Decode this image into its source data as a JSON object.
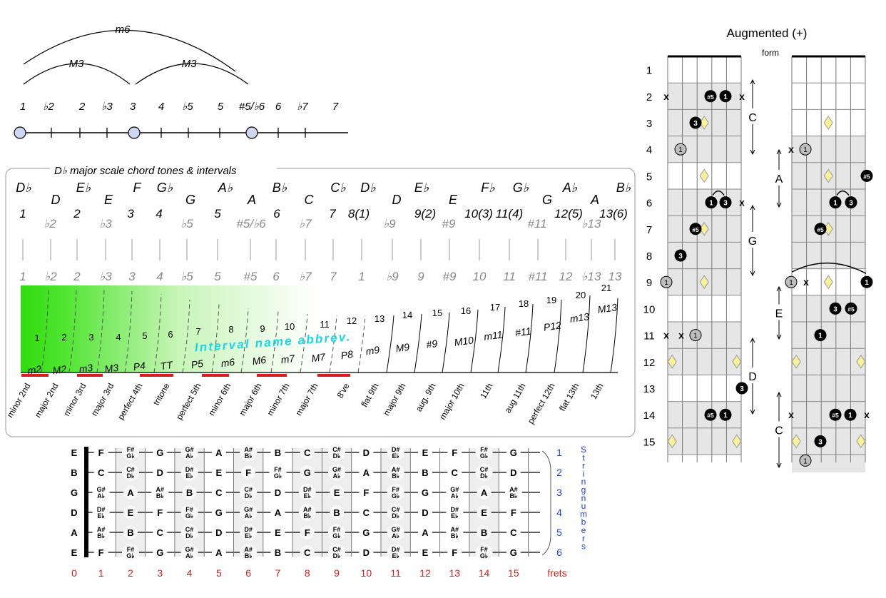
{
  "scale_top": {
    "arcs": [
      "m6",
      "M3",
      "M3"
    ],
    "degrees": [
      "1",
      "♭2",
      "2",
      "♭3",
      "3",
      "4",
      "♭5",
      "5",
      "#5/♭6",
      "6",
      "♭7",
      "7"
    ]
  },
  "panel": {
    "title": "D♭ major scale chord tones & intervals",
    "notes": [
      "D♭",
      "D",
      "E♭",
      "E",
      "F",
      "G♭",
      "G",
      "A♭",
      "A",
      "B♭",
      "C",
      "C♭",
      "D♭",
      "D",
      "E♭",
      "E",
      "F♭",
      "G♭",
      "G",
      "A♭",
      "A",
      "B♭"
    ],
    "degree_labels": [
      "1",
      "♭2",
      "2",
      "♭3",
      "3",
      "4",
      "♭5",
      "5",
      "#5/♭6",
      "6",
      "♭7",
      "7",
      "8(1)",
      "♭9",
      "9(2)",
      "#9",
      "10(3)",
      "11(4)",
      "#11",
      "12(5)",
      "♭13",
      "13(6)"
    ],
    "lower_degrees": [
      "1",
      "♭2",
      "2",
      "♭3",
      "3",
      "4",
      "♭5",
      "5",
      "#5",
      "6",
      "♭7",
      "7",
      "1",
      "♭9",
      "9",
      "#9",
      "10",
      "11",
      "#11",
      "12",
      "♭13",
      "13"
    ],
    "semitones": [
      "1",
      "2",
      "3",
      "4",
      "5",
      "6",
      "7",
      "8",
      "9",
      "10",
      "11",
      "12",
      "13",
      "14",
      "15",
      "16",
      "17",
      "18",
      "19",
      "20",
      "21"
    ],
    "abbrevs": [
      "m2",
      "M2",
      "m3",
      "M3",
      "P4",
      "TT",
      "P5",
      "m6",
      "M6",
      "m7",
      "M7",
      "P8",
      "m9",
      "M9",
      "#9",
      "M10",
      "m11",
      "#11",
      "P12",
      "m13",
      "M13"
    ],
    "overlay": "Interval name abbrev.",
    "names": [
      "minor 2nd",
      "major 2nd",
      "minor 3rd",
      "major 3rd",
      "perfect 4th",
      "tritone",
      "perfect 5th",
      "minor 6th",
      "major 6th",
      "minor 7th",
      "major 7th",
      "8've",
      "flat 9th",
      "major 9th",
      "aug. 9th",
      "major 10th",
      "11th",
      "aug 11th",
      "perfect 12th",
      "flat 13th",
      "13th"
    ]
  },
  "fretboard": {
    "open": [
      "E",
      "B",
      "G",
      "D",
      "A",
      "E"
    ],
    "rows": [
      [
        "F",
        "F#/G♭",
        "G",
        "G#/A♭",
        "A",
        "A#/B♭",
        "B",
        "C",
        "C#/D♭",
        "D",
        "D#/E♭",
        "E",
        "F",
        "F#/G♭",
        "G"
      ],
      [
        "C",
        "C#/D♭",
        "D",
        "D#/E♭",
        "E",
        "F",
        "F#/G♭",
        "G",
        "G#/A♭",
        "A",
        "A#/B♭",
        "B",
        "C",
        "C#/D♭",
        "D"
      ],
      [
        "G#/A♭",
        "A",
        "A#/B♭",
        "B",
        "C",
        "C#/D♭",
        "D",
        "D#/E♭",
        "E",
        "F",
        "F#/G♭",
        "G",
        "G#/A♭",
        "A",
        "A#/B♭"
      ],
      [
        "D#/E♭",
        "E",
        "F",
        "F#/G♭",
        "G",
        "G#/A♭",
        "A",
        "A#/B♭",
        "B",
        "C",
        "C#/D♭",
        "D",
        "D#/E♭",
        "E",
        "F"
      ],
      [
        "A#/B♭",
        "B",
        "C",
        "C#/D♭",
        "D",
        "D#/E♭",
        "E",
        "F",
        "F#/G♭",
        "G",
        "G#/A♭",
        "A",
        "A#/B♭",
        "B",
        "C"
      ],
      [
        "F",
        "F#/G♭",
        "G",
        "G#/A♭",
        "A",
        "A#/B♭",
        "B",
        "C",
        "C#/D♭",
        "D",
        "D#/E♭",
        "E",
        "F",
        "F#/G♭",
        "G"
      ]
    ],
    "string_numbers": [
      "1",
      "2",
      "3",
      "4",
      "5",
      "6"
    ],
    "string_label": "String numbers",
    "frets": [
      "0",
      "1",
      "2",
      "3",
      "4",
      "5",
      "6",
      "7",
      "8",
      "9",
      "10",
      "11",
      "12",
      "13",
      "14",
      "15"
    ],
    "frets_label": "frets"
  },
  "augmented": {
    "title": "Augmented (+)",
    "form_label": "form",
    "fret_numbers": [
      "1",
      "2",
      "3",
      "4",
      "5",
      "6",
      "7",
      "8",
      "9",
      "10",
      "11",
      "12",
      "13",
      "14",
      "15"
    ],
    "forms_left": [
      "C",
      "G",
      "D"
    ],
    "forms_right": [
      "A",
      "E",
      "C"
    ],
    "x_mark": "x",
    "dots": [
      "1",
      "3",
      "#5"
    ]
  },
  "colors": {
    "accent_red": "#e01b1b",
    "string_blue": "#1f3fd6",
    "interval_cyan": "#1cd6e6",
    "green": "#2fdc0e"
  }
}
